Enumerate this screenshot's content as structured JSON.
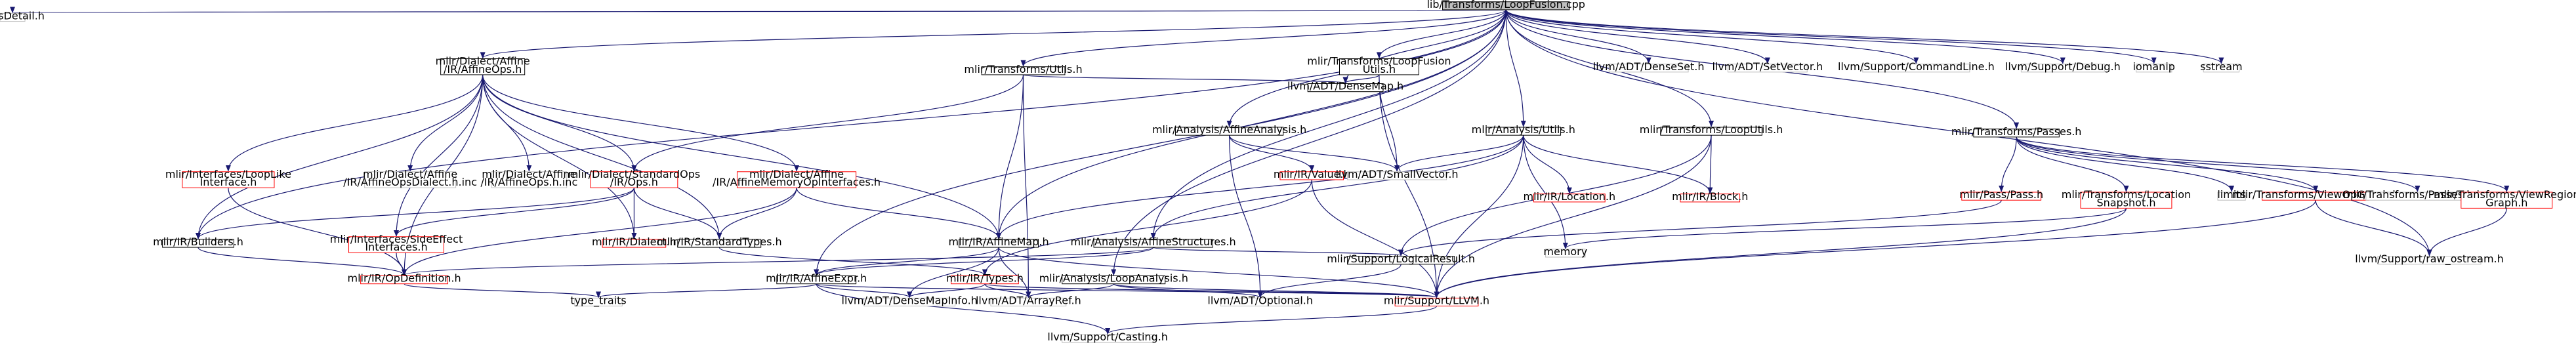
{
  "diagram": {
    "type": "include-dependency-graph",
    "root": "lib/Transforms/LoopFusion.cpp",
    "nodes": [
      {
        "id": "root",
        "lines": [
          "lib/Transforms/LoopFusion.cpp"
        ],
        "style": "root"
      },
      {
        "id": "passdetail",
        "lines": [
          "PassDetail.h"
        ],
        "style": "plain"
      },
      {
        "id": "affineops",
        "lines": [
          "mlir/Dialect/Affine",
          "/IR/AffineOps.h"
        ],
        "style": "normal"
      },
      {
        "id": "tutils",
        "lines": [
          "mlir/Transforms/Utils.h"
        ],
        "style": "normal"
      },
      {
        "id": "lfutils",
        "lines": [
          "mlir/Transforms/LoopFusion",
          "Utils.h"
        ],
        "style": "normal"
      },
      {
        "id": "densemap",
        "lines": [
          "llvm/ADT/DenseMap.h"
        ],
        "style": "normal"
      },
      {
        "id": "affineanalysis",
        "lines": [
          "mlir/Analysis/AffineAnalysis.h"
        ],
        "style": "normal"
      },
      {
        "id": "autils",
        "lines": [
          "mlir/Analysis/Utils.h"
        ],
        "style": "normal"
      },
      {
        "id": "looputils",
        "lines": [
          "mlir/Transforms/LoopUtils.h"
        ],
        "style": "normal"
      },
      {
        "id": "passes",
        "lines": [
          "mlir/Transforms/Passes.h"
        ],
        "style": "normal"
      },
      {
        "id": "denseset",
        "lines": [
          "llvm/ADT/DenseSet.h"
        ],
        "style": "plain"
      },
      {
        "id": "setvector",
        "lines": [
          "llvm/ADT/SetVector.h"
        ],
        "style": "plain"
      },
      {
        "id": "commandline",
        "lines": [
          "llvm/Support/CommandLine.h"
        ],
        "style": "plain"
      },
      {
        "id": "debug",
        "lines": [
          "llvm/Support/Debug.h"
        ],
        "style": "plain"
      },
      {
        "id": "iomanip",
        "lines": [
          "iomanip"
        ],
        "style": "plain"
      },
      {
        "id": "sstream",
        "lines": [
          "sstream"
        ],
        "style": "plain"
      },
      {
        "id": "looplike",
        "lines": [
          "mlir/Interfaces/LoopLike",
          "Interface.h"
        ],
        "style": "red"
      },
      {
        "id": "aopsdialectinc",
        "lines": [
          "mlir/Dialect/Affine",
          "/IR/AffineOpsDialect.h.inc"
        ],
        "style": "plain"
      },
      {
        "id": "aopsinc",
        "lines": [
          "mlir/Dialect/Affine",
          "/IR/AffineOps.h.inc"
        ],
        "style": "plain"
      },
      {
        "id": "stdops",
        "lines": [
          "mlir/Dialect/StandardOps",
          "/IR/Ops.h"
        ],
        "style": "red"
      },
      {
        "id": "affinememory",
        "lines": [
          "mlir/Dialect/Affine",
          "/IR/AffineMemoryOpInterfaces.h"
        ],
        "style": "red"
      },
      {
        "id": "value",
        "lines": [
          "mlir/IR/Value.h"
        ],
        "style": "red"
      },
      {
        "id": "smallvector",
        "lines": [
          "llvm/ADT/SmallVector.h"
        ],
        "style": "plain"
      },
      {
        "id": "location",
        "lines": [
          "mlir/IR/Location.h"
        ],
        "style": "red"
      },
      {
        "id": "block",
        "lines": [
          "mlir/IR/Block.h"
        ],
        "style": "red"
      },
      {
        "id": "passh",
        "lines": [
          "mlir/Pass/Pass.h"
        ],
        "style": "red"
      },
      {
        "id": "locsnap",
        "lines": [
          "mlir/Transforms/Location",
          "Snapshot.h"
        ],
        "style": "red"
      },
      {
        "id": "limits",
        "lines": [
          "limits"
        ],
        "style": "plain"
      },
      {
        "id": "viewopgraph",
        "lines": [
          "mlir/Transforms/ViewOpGraph.h"
        ],
        "style": "red"
      },
      {
        "id": "passesinc",
        "lines": [
          "mlir/Transforms/Passes.h.inc"
        ],
        "style": "plain"
      },
      {
        "id": "viewregion",
        "lines": [
          "mlir/Transforms/ViewRegion",
          "Graph.h"
        ],
        "style": "red"
      },
      {
        "id": "builders",
        "lines": [
          "mlir/IR/Builders.h"
        ],
        "style": "normal"
      },
      {
        "id": "sideeffect",
        "lines": [
          "mlir/Interfaces/SideEffect",
          "Interfaces.h"
        ],
        "style": "red"
      },
      {
        "id": "dialect",
        "lines": [
          "mlir/IR/Dialect.h"
        ],
        "style": "red"
      },
      {
        "id": "stdtypes",
        "lines": [
          "mlir/IR/StandardTypes.h"
        ],
        "style": "normal"
      },
      {
        "id": "affinemap",
        "lines": [
          "mlir/IR/AffineMap.h"
        ],
        "style": "normal"
      },
      {
        "id": "affinestructures",
        "lines": [
          "mlir/Analysis/AffineStructures.h"
        ],
        "style": "normal"
      },
      {
        "id": "memory",
        "lines": [
          "memory"
        ],
        "style": "plain"
      },
      {
        "id": "logicalresult",
        "lines": [
          "mlir/Support/LogicalResult.h"
        ],
        "style": "normal"
      },
      {
        "id": "rawostream",
        "lines": [
          "llvm/Support/raw_ostream.h"
        ],
        "style": "plain"
      },
      {
        "id": "opdefinition",
        "lines": [
          "mlir/IR/OpDefinition.h"
        ],
        "style": "red"
      },
      {
        "id": "affineexpr",
        "lines": [
          "mlir/IR/AffineExpr.h"
        ],
        "style": "normal"
      },
      {
        "id": "types",
        "lines": [
          "mlir/IR/Types.h"
        ],
        "style": "red"
      },
      {
        "id": "loopanalysis",
        "lines": [
          "mlir/Analysis/LoopAnalysis.h"
        ],
        "style": "normal"
      },
      {
        "id": "typetraits",
        "lines": [
          "type_traits"
        ],
        "style": "plain"
      },
      {
        "id": "densemapinfo",
        "lines": [
          "llvm/ADT/DenseMapInfo.h"
        ],
        "style": "plain"
      },
      {
        "id": "arrayref",
        "lines": [
          "llvm/ADT/ArrayRef.h"
        ],
        "style": "plain"
      },
      {
        "id": "optional",
        "lines": [
          "llvm/ADT/Optional.h"
        ],
        "style": "plain"
      },
      {
        "id": "llvmh",
        "lines": [
          "mlir/Support/LLVM.h"
        ],
        "style": "red"
      },
      {
        "id": "casting",
        "lines": [
          "llvm/Support/Casting.h"
        ],
        "style": "plain"
      }
    ],
    "edges": [
      [
        "root",
        "passdetail"
      ],
      [
        "root",
        "affineops"
      ],
      [
        "root",
        "tutils"
      ],
      [
        "root",
        "lfutils"
      ],
      [
        "root",
        "densemap"
      ],
      [
        "root",
        "affineanalysis"
      ],
      [
        "root",
        "autils"
      ],
      [
        "root",
        "looputils"
      ],
      [
        "root",
        "passes"
      ],
      [
        "root",
        "denseset"
      ],
      [
        "root",
        "setvector"
      ],
      [
        "root",
        "commandline"
      ],
      [
        "root",
        "debug"
      ],
      [
        "root",
        "iomanip"
      ],
      [
        "root",
        "sstream"
      ],
      [
        "root",
        "affinemap"
      ],
      [
        "root",
        "affineexpr"
      ],
      [
        "root",
        "loopanalysis"
      ],
      [
        "root",
        "builders"
      ],
      [
        "root",
        "affinestructures"
      ],
      [
        "root",
        "rawostream"
      ],
      [
        "affineops",
        "builders"
      ],
      [
        "affineops",
        "looplike"
      ],
      [
        "affineops",
        "sideeffect"
      ],
      [
        "affineops",
        "aopsdialectinc"
      ],
      [
        "affineops",
        "aopsinc"
      ],
      [
        "affineops",
        "stdops"
      ],
      [
        "affineops",
        "affinememory"
      ],
      [
        "affineops",
        "opdefinition"
      ],
      [
        "affineops",
        "affinemap"
      ],
      [
        "affineops",
        "dialect"
      ],
      [
        "affineops",
        "stdtypes"
      ],
      [
        "tutils",
        "stdops"
      ],
      [
        "tutils",
        "densemap"
      ],
      [
        "tutils",
        "affinemap"
      ],
      [
        "tutils",
        "arrayref"
      ],
      [
        "lfutils",
        "densemap"
      ],
      [
        "lfutils",
        "smallvector"
      ],
      [
        "lfutils",
        "llvmh"
      ],
      [
        "affineanalysis",
        "value"
      ],
      [
        "affineanalysis",
        "smallvector"
      ],
      [
        "affineanalysis",
        "optional"
      ],
      [
        "autils",
        "affinestructures"
      ],
      [
        "autils",
        "affinemap"
      ],
      [
        "autils",
        "smallvector"
      ],
      [
        "autils",
        "location"
      ],
      [
        "autils",
        "block"
      ],
      [
        "autils",
        "memory"
      ],
      [
        "autils",
        "llvmh"
      ],
      [
        "looputils",
        "block"
      ],
      [
        "looputils",
        "logicalresult"
      ],
      [
        "looputils",
        "llvmh"
      ],
      [
        "passes",
        "passh"
      ],
      [
        "passes",
        "locsnap"
      ],
      [
        "passes",
        "limits"
      ],
      [
        "passes",
        "viewopgraph"
      ],
      [
        "passes",
        "passesinc"
      ],
      [
        "passes",
        "viewregion"
      ],
      [
        "looplike",
        "opdefinition"
      ],
      [
        "stdops",
        "builders"
      ],
      [
        "stdops",
        "sideeffect"
      ],
      [
        "stdops",
        "dialect"
      ],
      [
        "stdops",
        "stdtypes"
      ],
      [
        "affinememory",
        "opdefinition"
      ],
      [
        "affinememory",
        "stdtypes"
      ],
      [
        "affinememory",
        "affinemap"
      ],
      [
        "value",
        "types"
      ],
      [
        "value",
        "llvmh"
      ],
      [
        "passh",
        "logicalresult"
      ],
      [
        "locsnap",
        "memory"
      ],
      [
        "locsnap",
        "llvmh"
      ],
      [
        "viewopgraph",
        "rawostream"
      ],
      [
        "viewopgraph",
        "llvmh"
      ],
      [
        "viewregion",
        "rawostream"
      ],
      [
        "builders",
        "opdefinition"
      ],
      [
        "sideeffect",
        "opdefinition"
      ],
      [
        "stdtypes",
        "types"
      ],
      [
        "affinemap",
        "affineexpr"
      ],
      [
        "affinemap",
        "densemapinfo"
      ],
      [
        "affinemap",
        "arrayref"
      ],
      [
        "affinemap",
        "llvmh"
      ],
      [
        "affinestructures",
        "affineexpr"
      ],
      [
        "affinestructures",
        "opdefinition"
      ],
      [
        "affinestructures",
        "logicalresult"
      ],
      [
        "logicalresult",
        "optional"
      ],
      [
        "opdefinition",
        "typetraits"
      ],
      [
        "affineexpr",
        "typetraits"
      ],
      [
        "affineexpr",
        "densemapinfo"
      ],
      [
        "affineexpr",
        "casting"
      ],
      [
        "affineexpr",
        "llvmh"
      ],
      [
        "types",
        "densemapinfo"
      ],
      [
        "types",
        "arrayref"
      ],
      [
        "types",
        "llvmh"
      ],
      [
        "loopanalysis",
        "arrayref"
      ],
      [
        "loopanalysis",
        "optional"
      ],
      [
        "loopanalysis",
        "llvmh"
      ],
      [
        "llvmh",
        "casting"
      ]
    ]
  },
  "colors": {
    "edge": "#191970",
    "border_normal": "#000000",
    "border_red": "#ff0000",
    "border_plain": "#bfbfbf",
    "root_fill": "#bfbfbf",
    "fill": "#ffffff"
  }
}
